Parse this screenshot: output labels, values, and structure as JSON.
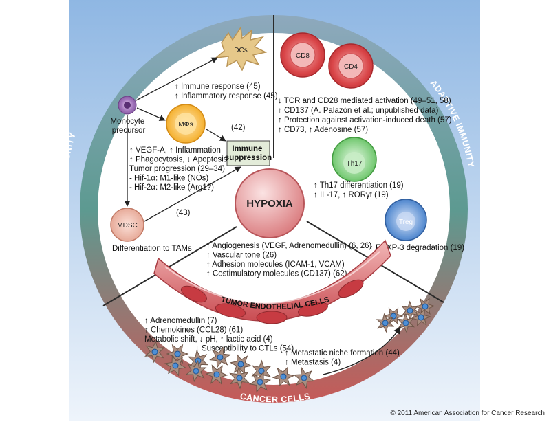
{
  "ring_labels": {
    "innate": "INNATE IMMUNITY",
    "adaptive": "ADAPTIVE IMMUNITY",
    "cancer": "CANCER CELLS",
    "endothelial": "TUMOR ENDOTHELIAL CELLS"
  },
  "cells": {
    "dcs": "DCs",
    "monocyte": "Monocyte\nprecursor",
    "mphi": "MΦs",
    "mdsc": "MDSC",
    "immune_suppression": "Immune\nsuppression",
    "cd8": "CD8",
    "cd4": "CD4",
    "th17": "Th17",
    "treg": "Treg",
    "hypoxia": "HYPOXIA"
  },
  "innate_text": {
    "dc_effects": [
      "↑ Immune response (45)",
      "↑ Inflammatory response (45)"
    ],
    "ref_42": "(42)",
    "ref_43": "(43)",
    "monocyte_effects": [
      "↑ VEGF-A, ↑ Inflammation",
      "↑ Phagocytosis, ↓ Apoptosis",
      "Tumor progression (29–34)",
      "- Hif-1α: M1-like (NOs)",
      "- Hif-2α: M2-like (Arg1?)"
    ],
    "mdsc_effect": "Differentiation to TAMs"
  },
  "adaptive_text": {
    "t_effects": [
      "↓ TCR and CD28 mediated activation (49–51, 58)",
      "↑ CD137 (A. Palazón et al.; unpublished data)",
      "↑ Protection against activation-induced death (57)",
      "↑ CD73, ↑ Adenosine (57)"
    ],
    "th17_effects": [
      "↑ Th17 differentiation (19)",
      "↑ IL-17, ↑ RORγt (19)"
    ],
    "treg_effect": "↑ FOXP-3 degradation (19)"
  },
  "endothelial_text": [
    "↑ Angiogenesis (VEGF, Adrenomedullin) (6, 26)",
    "↑ Vascular tone (26)",
    "↑ Adhesion molecules (ICAM-1, VCAM)",
    "↑ Costimulatory molecules (CD137) (62)"
  ],
  "cancer_text": [
    "↑ Adrenomedullin (7)",
    "↑ Chemokines (CCL28) (61)",
    "Metabolic shift, ↓ pH, ↑ lactic acid (4)",
    "↓ Susceptibility to CTLs (54)"
  ],
  "metastasis_text": [
    "↑ Metastatic niche formation (44)",
    "↑ Metastasis (4)"
  ],
  "copyright": "© 2011 American Association for Cancer Research",
  "colors": {
    "background_sky": "#a9c8e8",
    "ring_blue": "#8aa6b8",
    "ring_teal": "#5f9c93",
    "ring_red": "#c25a5a",
    "hypoxia": "#e8a5a5",
    "macrophage": "#f6ba45",
    "th17": "#7ccc7a",
    "treg": "#5b8fd2",
    "t_cell": "#d9474a",
    "monocyte": "#9c6fb3"
  }
}
